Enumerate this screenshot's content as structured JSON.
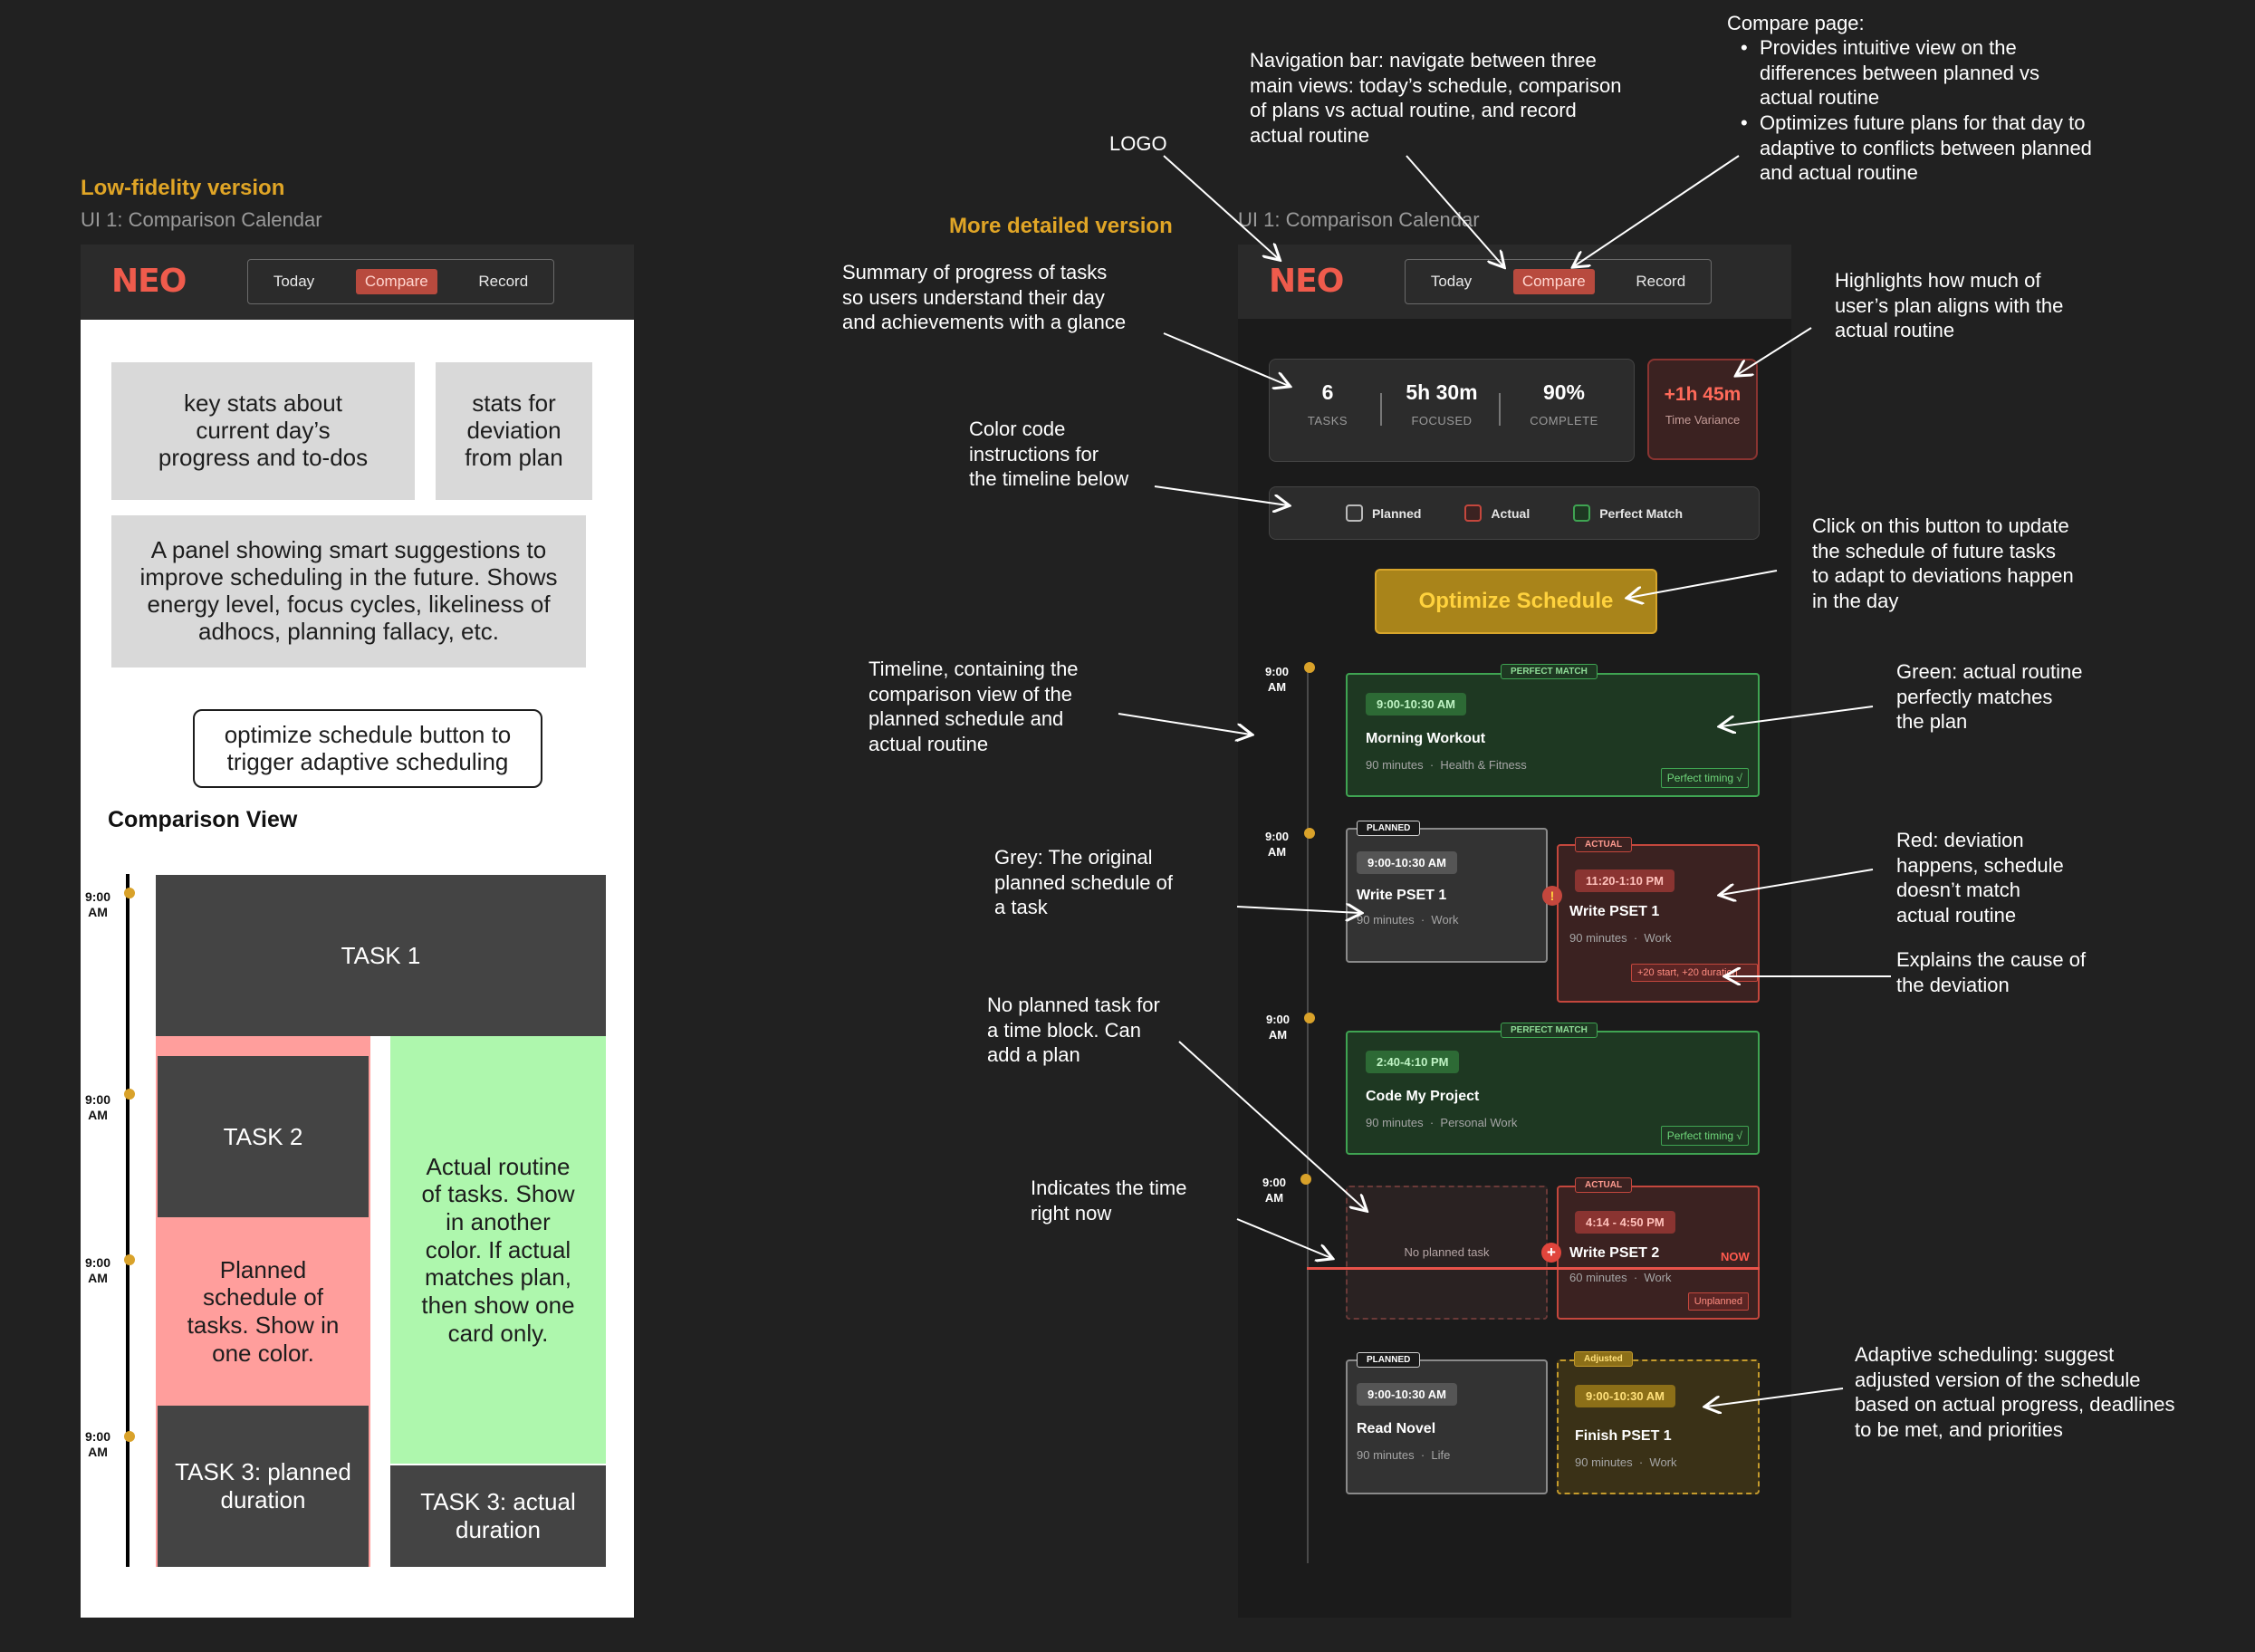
{
  "low_fi": {
    "heading": "Low-fidelity version",
    "subheading": "UI 1: Comparison Calendar",
    "logo": "NEO",
    "nav": {
      "today": "Today",
      "compare": "Compare",
      "record": "Record"
    },
    "box_key_stats": "key stats about\ncurrent day’s\nprogress and to-dos",
    "box_deviation": "stats for\ndeviation\nfrom plan",
    "box_suggestions": "A panel showing smart suggestions to\nimprove scheduling in the future. Shows\nenergy level, focus cycles, likeliness of\nadhocs, planning fallacy, etc.",
    "optimize_button": "optimize schedule button to\ntrigger adaptive scheduling",
    "comparison_title": "Comparison View",
    "time_labels": [
      "9:00\nAM",
      "9:00\nAM",
      "9:00\nAM",
      "9:00\nAM"
    ],
    "task1": "TASK 1",
    "task2": "TASK 2",
    "planned_desc": "Planned\nschedule of\ntasks. Show in\none color.",
    "actual_desc": "Actual routine\nof tasks. Show\nin another\ncolor. If actual\nmatches plan,\nthen show one\ncard only.",
    "task3_planned": "TASK 3: planned\nduration",
    "task3_actual": "TASK 3: actual\nduration"
  },
  "detailed": {
    "heading": "More detailed version",
    "subheading": "UI 1: Comparison Calendar",
    "logo": "NEO",
    "nav": {
      "today": "Today",
      "compare": "Compare",
      "record": "Record"
    },
    "stats": [
      {
        "value": "6",
        "label": "TASKS"
      },
      {
        "value": "5h 30m",
        "label": "FOCUSED"
      },
      {
        "value": "90%",
        "label": "COMPLETE"
      }
    ],
    "variance": {
      "value": "+1h 45m",
      "label": "Time Variance"
    },
    "legend": {
      "planned": "Planned",
      "actual": "Actual",
      "perfect": "Perfect Match"
    },
    "optimize_label": "Optimize Schedule",
    "time_labels": [
      "9:00\nAM",
      "9:00\nAM",
      "9:00\nAM",
      "9:00\nAM"
    ],
    "cards": {
      "workout": {
        "tag": "PERFECT MATCH",
        "time": "9:00-10:30 AM",
        "title": "Morning Workout",
        "duration": "90 minutes",
        "category": "Health & Fitness",
        "chip": "Perfect timing √"
      },
      "pset1_planned": {
        "tag": "PLANNED",
        "time": "9:00-10:30 AM",
        "title": "Write PSET 1",
        "duration": "90 minutes",
        "category": "Work"
      },
      "pset1_actual": {
        "tag": "ACTUAL",
        "time": "11:20-1:10 PM",
        "title": "Write PSET 1",
        "duration": "90 minutes",
        "category": "Work",
        "chip": "+20 start, +20 duration"
      },
      "project": {
        "tag": "PERFECT MATCH",
        "time": "2:40-4:10 PM",
        "title": "Code My Project",
        "duration": "90 minutes",
        "category": "Personal Work",
        "chip": "Perfect timing √"
      },
      "no_plan": {
        "text": "No planned task"
      },
      "pset2_actual": {
        "tag": "ACTUAL",
        "time": "4:14 - 4:50 PM",
        "title": "Write PSET 2",
        "duration": "60 minutes",
        "category": "Work",
        "chip": "Unplanned",
        "now": "NOW"
      },
      "novel_planned": {
        "tag": "PLANNED",
        "time": "9:00-10:30 AM",
        "title": "Read Novel",
        "duration": "90 minutes",
        "category": "Life"
      },
      "pset1_adjusted": {
        "tag": "Adjusted",
        "time": "9:00-10:30 AM",
        "title": "Finish PSET 1",
        "duration": "90 minutes",
        "category": "Work"
      }
    },
    "separator": "·",
    "warning_glyph": "!",
    "plus_glyph": "+"
  },
  "annotations": {
    "compare_page": "Compare page:",
    "compare_b1": "Provides intuitive view on the\ndifferences between planned vs\nactual routine",
    "compare_b2": "Optimizes future plans for that day to\nadaptive to conflicts between planned\nand actual routine",
    "nav_bar": "Navigation bar: navigate between three\nmain views: today’s schedule, comparison\nof plans vs actual routine, and record\nactual routine",
    "logo": "LOGO",
    "summary": "Summary of progress of tasks\nso users understand their day\nand achievements with a glance",
    "highlights": "Highlights how much of\nuser’s plan aligns with the\nactual routine",
    "color_code": "Color code\ninstructions for\nthe timeline below",
    "click_optimize": "Click on this button to update\nthe schedule of future tasks\nto adapt to deviations happen\nin the day",
    "timeline": "Timeline, containing the\ncomparison view of the\nplanned schedule and\nactual routine",
    "green": "Green: actual routine\nperfectly matches\nthe plan",
    "grey": "Grey: The original\nplanned schedule of\na task",
    "red": "Red: deviation\nhappens, schedule\ndoesn’t match\nactual routine",
    "cause": "Explains the cause of\nthe deviation",
    "no_planned": "No planned task for\na time block. Can\nadd a plan",
    "time_now": "Indicates the time\nright now",
    "adaptive": "Adaptive scheduling: suggest\nadjusted version of the schedule\nbased on actual progress, deadlines\nto be met, and priorities"
  },
  "colors": {
    "background": "#212121",
    "accent_yellow": "#e0a526",
    "logo_red": "#ef5b4c",
    "match_green": "#3fa452",
    "deviation_red": "#c4473d",
    "planned_grey": "#8a8a8a",
    "lf_planned_pink": "#ff9e9c",
    "lf_actual_green": "#aef7ad"
  }
}
